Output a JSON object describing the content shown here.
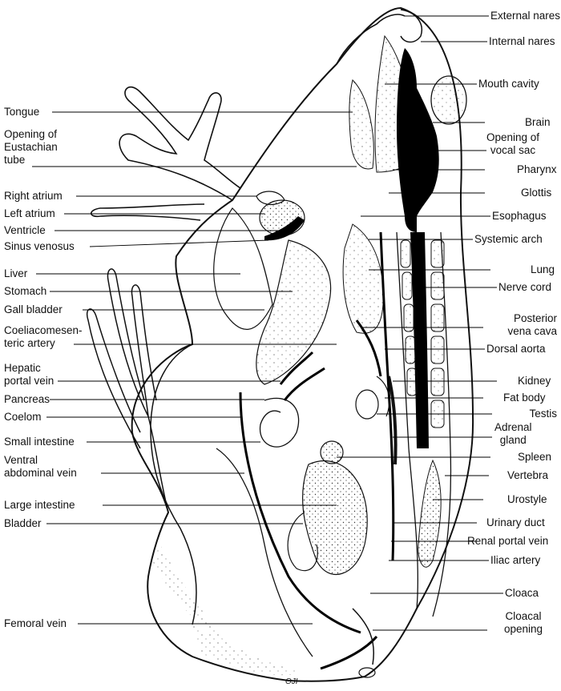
{
  "labels_left": {
    "tongue": "Tongue",
    "eustachian_1": "Opening of",
    "eustachian_2": "Eustachian",
    "eustachian_3": "tube",
    "right_atrium": "Right atrium",
    "left_atrium": "Left atrium",
    "ventricle": "Ventricle",
    "sinus_venosus": "Sinus venosus",
    "liver": "Liver",
    "stomach": "Stomach",
    "gall_bladder": "Gall bladder",
    "coeliac_1": "Coeliacomesen-",
    "coeliac_2": "teric artery",
    "hepatic_1": "Hepatic",
    "hepatic_2": "portal vein",
    "pancreas": "Pancreas",
    "coelom": "Coelom",
    "small_intestine": "Small intestine",
    "ventral_1": "Ventral",
    "ventral_2": "abdominal vein",
    "large_intestine": "Large intestine",
    "bladder": "Bladder",
    "femoral_vein": "Femoral vein"
  },
  "labels_right": {
    "external_nares": "External nares",
    "internal_nares": "Internal nares",
    "mouth_cavity": "Mouth cavity",
    "brain": "Brain",
    "vocal_1": "Opening of",
    "vocal_2": "vocal sac",
    "pharynx": "Pharynx",
    "glottis": "Glottis",
    "esophagus": "Esophagus",
    "systemic_arch": "Systemic arch",
    "lung": "Lung",
    "nerve_cord": "Nerve cord",
    "posterior_1": "Posterior",
    "posterior_2": "vena cava",
    "dorsal_aorta": "Dorsal aorta",
    "kidney": "Kidney",
    "fat_body": "Fat body",
    "testis": "Testis",
    "adrenal_1": "Adrenal",
    "adrenal_2": "gland",
    "spleen": "Spleen",
    "vertebra": "Vertebra",
    "urostyle": "Urostyle",
    "urinary_duct": "Urinary duct",
    "renal_portal_vein": "Renal portal vein",
    "iliac_artery": "Iliac artery",
    "cloaca": "Cloaca",
    "cloacal_1": "Cloacal",
    "cloacal_2": "opening"
  },
  "signature": "OJI"
}
